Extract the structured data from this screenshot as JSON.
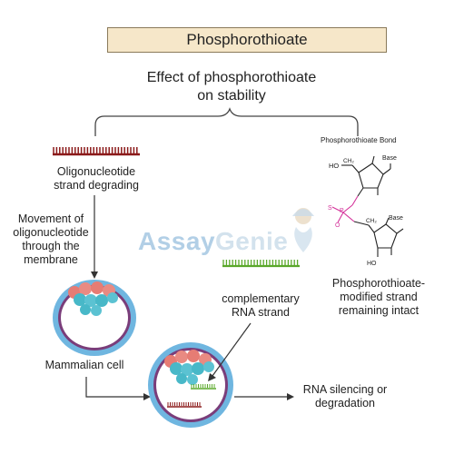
{
  "title": "Phosphorothioate",
  "header": {
    "line1": "Effect of phosphorothioate",
    "line2": "on stability"
  },
  "labels": {
    "degrading_line1": "Oligonucleotide",
    "degrading_line2": "strand degrading",
    "movement_line1": "Movement of",
    "movement_line2": "oligonucleotide",
    "movement_line3": "through the",
    "movement_line4": "membrane",
    "mammalian_cell": "Mammalian cell",
    "complementary_line1": "complementary",
    "complementary_line2": "RNA strand",
    "silencing_line1": "RNA silencing or",
    "silencing_line2": "degradation",
    "intact_line1": "Phosphorothioate-",
    "intact_line2": "modified strand",
    "intact_line3": "remaining intact"
  },
  "structure": {
    "bond_title": "Phosphorothioate Bond",
    "ho_top": "HO",
    "ch2_top": "CH₂",
    "base_top": "Base",
    "s_label": "S",
    "p_label": "P",
    "o_label": "O",
    "ch2_bottom": "CH₂",
    "base_bottom": "Base",
    "ho_bottom": "HO"
  },
  "watermark": {
    "part1": "Assay",
    "part2": "Genie"
  },
  "colors": {
    "strand_red": "#8b1a1a",
    "strand_green": "#5aa82a",
    "cell_outer": "#6fb6e0",
    "cell_inner": "#7a3d7a",
    "pink_bond": "#d4329a"
  }
}
